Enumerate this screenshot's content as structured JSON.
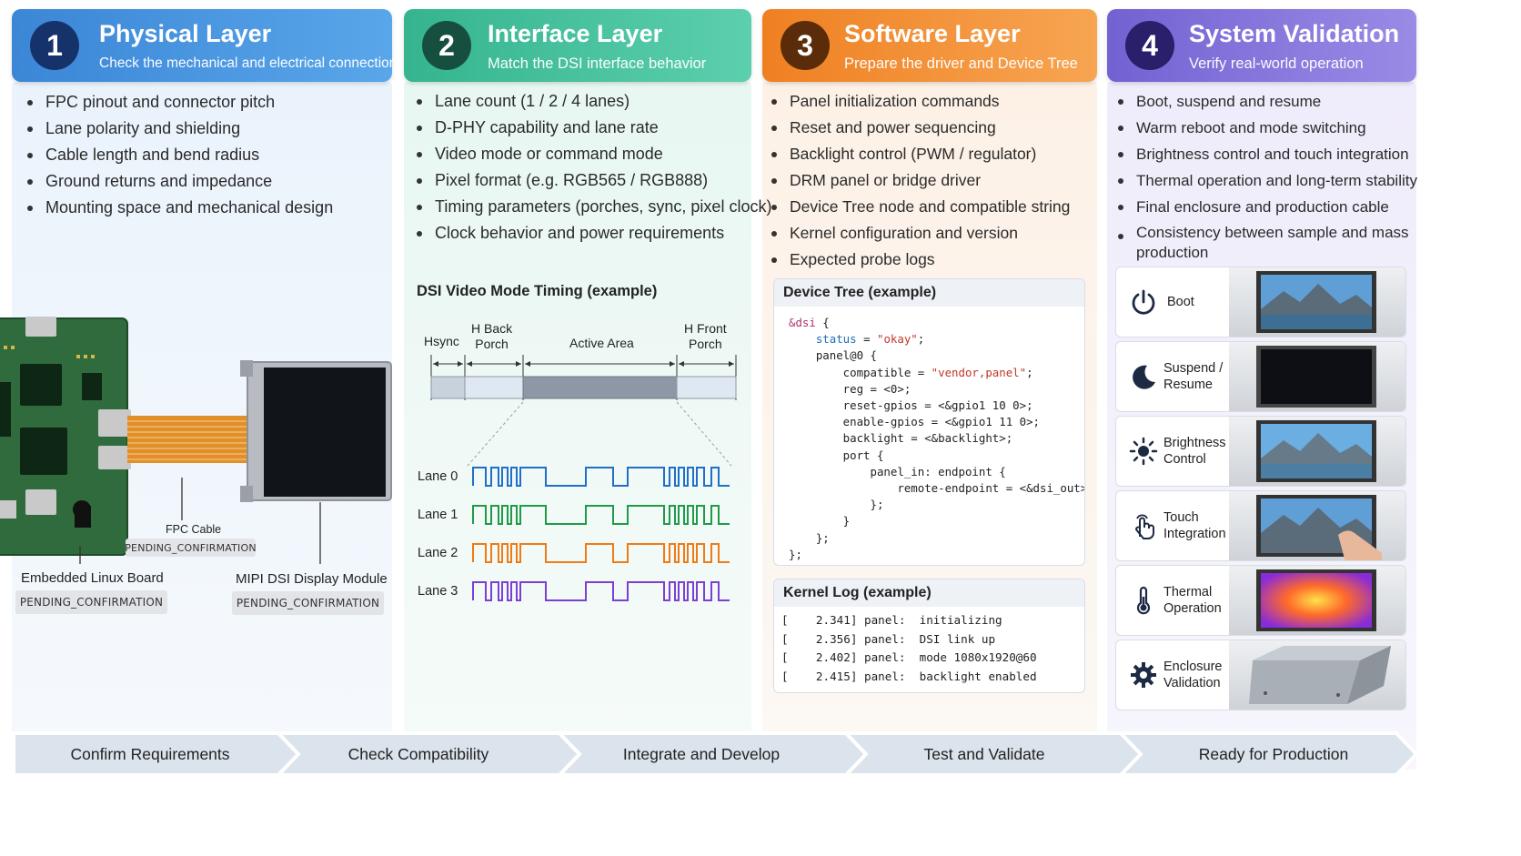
{
  "colors": {
    "physical": "#3f8fdc",
    "interface": "#3dbf9a",
    "software": "#f28a2c",
    "validation": "#7b68d6",
    "lane0": "#1f6fc9",
    "lane1": "#21994a",
    "lane2": "#ee7b16",
    "lane3": "#7c3fd4"
  },
  "columns": [
    {
      "number": "1",
      "title": "Physical Layer",
      "subtitle": "Check the mechanical and electrical connection",
      "bullets": [
        "FPC pinout and connector pitch",
        "Lane polarity and shielding",
        "Cable length and bend radius",
        "Ground returns and impedance",
        "Mounting space and mechanical design"
      ]
    },
    {
      "number": "2",
      "title": "Interface Layer",
      "subtitle": "Match the DSI interface behavior",
      "bullets": [
        "Lane count (1 / 2 / 4 lanes)",
        "D-PHY capability and lane rate",
        "Video mode or command mode",
        "Pixel format (e.g. RGB565 / RGB888)",
        "Timing parameters (porches, sync, pixel clock)",
        "Clock behavior and power requirements"
      ]
    },
    {
      "number": "3",
      "title": "Software Layer",
      "subtitle": "Prepare the driver and Device Tree",
      "bullets": [
        "Panel initialization commands",
        "Reset and power sequencing",
        "Backlight control (PWM / regulator)",
        "DRM panel or bridge driver",
        "Device Tree node and compatible string",
        "Kernel configuration and version",
        "Expected probe logs"
      ]
    },
    {
      "number": "4",
      "title": "System Validation",
      "subtitle": "Verify real-world operation",
      "bullets": [
        "Boot, suspend and resume",
        "Warm reboot and mode switching",
        "Brightness control and touch integration",
        "Thermal operation and long-term stability",
        "Final enclosure and production cable",
        "Consistency between sample and mass production"
      ]
    }
  ],
  "hardware": {
    "fpc_label": "FPC Cable",
    "fpc_status": "PENDING_CONFIRMATION",
    "board_label": "Embedded Linux Board",
    "board_status": "PENDING_CONFIRMATION",
    "display_label": "MIPI DSI Display Module",
    "display_status": "PENDING_CONFIRMATION"
  },
  "timing": {
    "title": "DSI Video Mode Timing (example)",
    "hsync": "Hsync",
    "hback": "H Back\nPorch",
    "active": "Active Area",
    "hfront": "H Front\nPorch",
    "lanes": [
      "Lane 0",
      "Lane 1",
      "Lane 2",
      "Lane 3"
    ]
  },
  "device_tree": {
    "title": "Device Tree (example)"
  },
  "kernel_log": {
    "title": "Kernel Log (example)",
    "lines": [
      "[    2.341] panel:  initializing",
      "[    2.356] panel:  DSI link up",
      "[    2.402] panel:  mode 1080x1920@60",
      "[    2.415] panel:  backlight enabled"
    ]
  },
  "validation_rows": [
    {
      "label": "Boot",
      "icon": "power-icon",
      "screen": "landscape"
    },
    {
      "label": "Suspend /\nResume",
      "icon": "moon-icon",
      "screen": "dark"
    },
    {
      "label": "Brightness\nControl",
      "icon": "sun-icon",
      "screen": "landscape"
    },
    {
      "label": "Touch\nIntegration",
      "icon": "touch-icon",
      "screen": "touch"
    },
    {
      "label": "Thermal\nOperation",
      "icon": "thermometer-icon",
      "screen": "thermal"
    },
    {
      "label": "Enclosure\nValidation",
      "icon": "gear-icon",
      "screen": "enclosure"
    }
  ],
  "flow": [
    "Confirm Requirements",
    "Check Compatibility",
    "Integrate and Develop",
    "Test and Validate",
    "Ready for Production"
  ]
}
